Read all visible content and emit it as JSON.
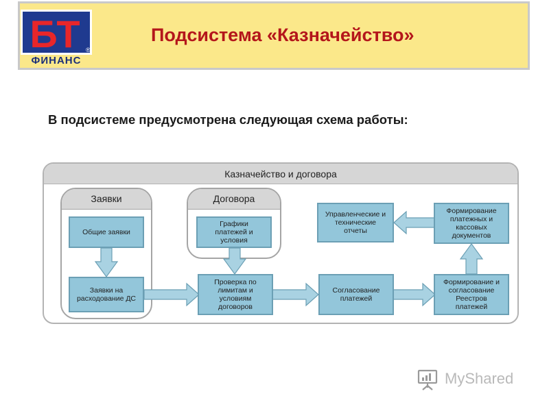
{
  "header": {
    "title": "Подсистема «Казначейство»",
    "logo": {
      "letters": "БТ",
      "caption": "ФИНАНС",
      "mark": "®"
    }
  },
  "subtitle": "В подсистеме предусмотрена следующая схема работы:",
  "diagram": {
    "frame_title": "Казначейство и договора",
    "groups": [
      {
        "id": "zayavki",
        "title": "Заявки"
      },
      {
        "id": "dogovora",
        "title": "Договора"
      }
    ],
    "nodes": [
      {
        "id": "obshchie",
        "label": "Общие заявки"
      },
      {
        "id": "zayavki_ds",
        "label": "Заявки на\nрасходование ДС"
      },
      {
        "id": "grafiki",
        "label": "Графики\nплатежей и\nусловия"
      },
      {
        "id": "proverka",
        "label": "Проверка по\nлимитам и\nусловиям\nдоговоров"
      },
      {
        "id": "soglasovanie",
        "label": "Согласование\nплатежей"
      },
      {
        "id": "reestr",
        "label": "Формирование и\nсогласование\nРеестров\nплатежей"
      },
      {
        "id": "formirovanie_doc",
        "label": "Формирование\nплатежных и\nкассовых\nдокументов"
      },
      {
        "id": "otchety",
        "label": "Управленческие и\nтехнические\nотчеты"
      }
    ],
    "edges": [
      {
        "from": "obshchie",
        "to": "zayavki_ds"
      },
      {
        "from": "grafiki",
        "to": "proverka"
      },
      {
        "from": "zayavki_ds",
        "to": "proverka"
      },
      {
        "from": "proverka",
        "to": "soglasovanie"
      },
      {
        "from": "soglasovanie",
        "to": "reestr"
      },
      {
        "from": "reestr",
        "to": "formirovanie_doc"
      },
      {
        "from": "formirovanie_doc",
        "to": "otchety"
      }
    ],
    "colors": {
      "node_fill": "#93c6da",
      "arrow_fill": "#a9d2e2",
      "header_fill": "#d6d6d6"
    }
  },
  "watermark": {
    "text": "MyShared",
    "icon": "presentation-board-icon"
  }
}
